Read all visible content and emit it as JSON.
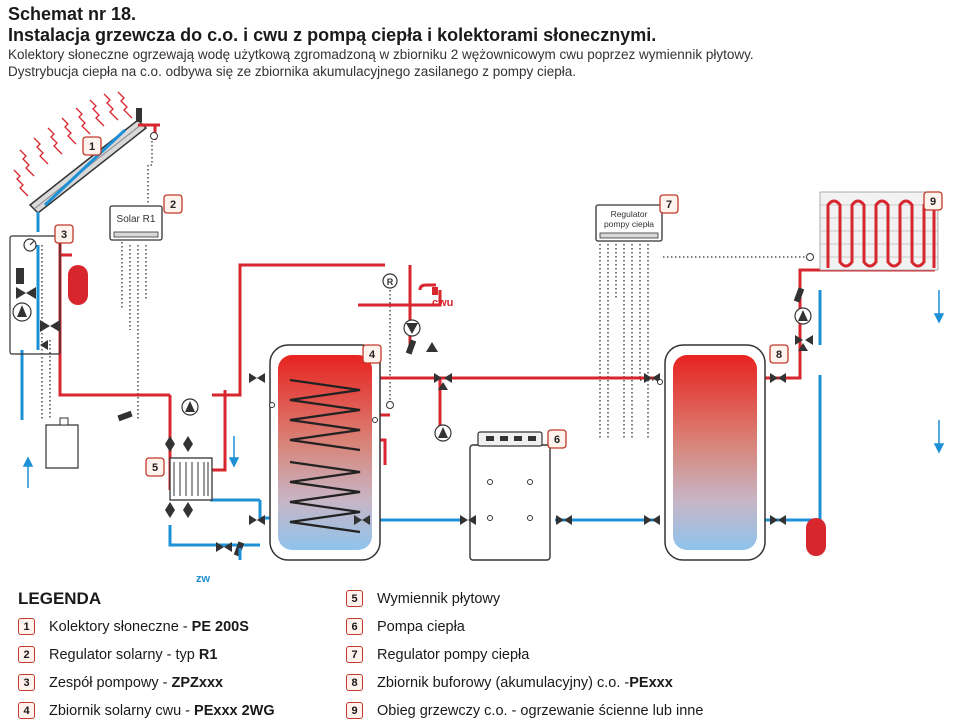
{
  "header": {
    "title_line1": "Schemat nr 18.",
    "title_line2": "Instalacja grzewcza do c.o. i cwu z pompą ciepła i kolektorami słonecznymi.",
    "desc_line1": "Kolektory słoneczne ogrzewają wodę użytkową zgromadzoną w zbiorniku 2 wężownicowym cwu poprzez wymiennik płytowy.",
    "desc_line2": "Dystrybucja ciepła na c.o. odbywa się ze zbiornika akumulacyjnego zasilanego z pompy ciepła."
  },
  "diagram": {
    "solar_regulator_label": "Solar R1",
    "hp_regulator_line1": "Regulator",
    "hp_regulator_line2": "pompy ciepła",
    "hot_water_label": "cwu",
    "cold_water_label": "zw",
    "sensor_label": "R",
    "markers": [
      "1",
      "2",
      "3",
      "4",
      "5",
      "6",
      "7",
      "8",
      "9"
    ],
    "colors": {
      "supply": "#d7262e",
      "return": "#1e90d6",
      "accent": "#c0392b"
    }
  },
  "legend": {
    "title": "LEGENDA",
    "items": [
      {
        "num": "1",
        "text": "Kolektory słoneczne - ",
        "bold": "PE 200S"
      },
      {
        "num": "2",
        "text": "Regulator solarny - typ ",
        "bold": "R1"
      },
      {
        "num": "3",
        "text": "Zespół pompowy - ",
        "bold": "ZPZxxx"
      },
      {
        "num": "4",
        "text": "Zbiornik solarny cwu - ",
        "bold": "PExxx 2WG"
      },
      {
        "num": "5",
        "text": "Wymiennik płytowy",
        "bold": ""
      },
      {
        "num": "6",
        "text": "Pompa ciepła",
        "bold": ""
      },
      {
        "num": "7",
        "text": "Regulator pompy ciepła",
        "bold": ""
      },
      {
        "num": "8",
        "text": "Zbiornik buforowy (akumulacyjny) c.o. - ",
        "bold": "PExxx"
      },
      {
        "num": "9",
        "text": "Obieg grzewczy c.o. - ogrzewanie ścienne lub inne",
        "bold": ""
      }
    ]
  }
}
